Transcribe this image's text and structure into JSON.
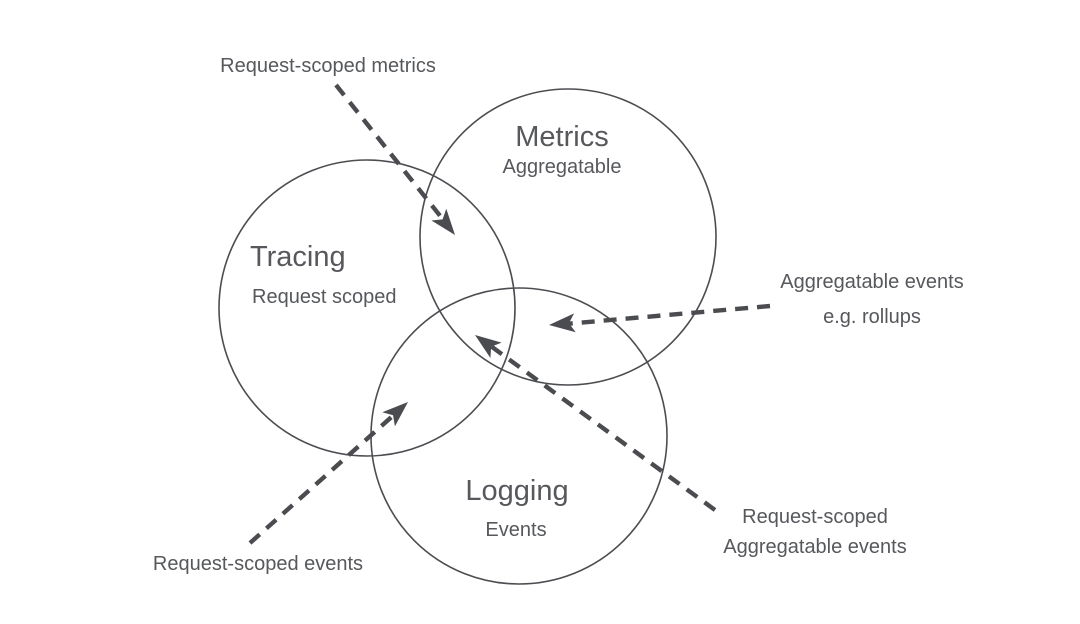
{
  "diagram": {
    "type": "venn-observability",
    "colors": {
      "background": "#ffffff",
      "outline": "#4b4d51",
      "text": "#56585c",
      "arrow": "#4a4c50"
    },
    "circles": [
      {
        "id": "metrics",
        "title": "Metrics",
        "subtitle": "Aggregatable"
      },
      {
        "id": "tracing",
        "title": "Tracing",
        "subtitle": "Request scoped"
      },
      {
        "id": "logging",
        "title": "Logging",
        "subtitle": "Events"
      }
    ],
    "annotations": [
      {
        "id": "request-scoped-metrics",
        "line1": "Request-scoped metrics",
        "line2": ""
      },
      {
        "id": "aggregatable-events",
        "line1": "Aggregatable events",
        "line2": "e.g. rollups"
      },
      {
        "id": "request-scoped-aggregatable-events",
        "line1": "Request-scoped",
        "line2": "Aggregatable events"
      },
      {
        "id": "request-scoped-events",
        "line1": "Request-scoped events",
        "line2": ""
      }
    ]
  }
}
